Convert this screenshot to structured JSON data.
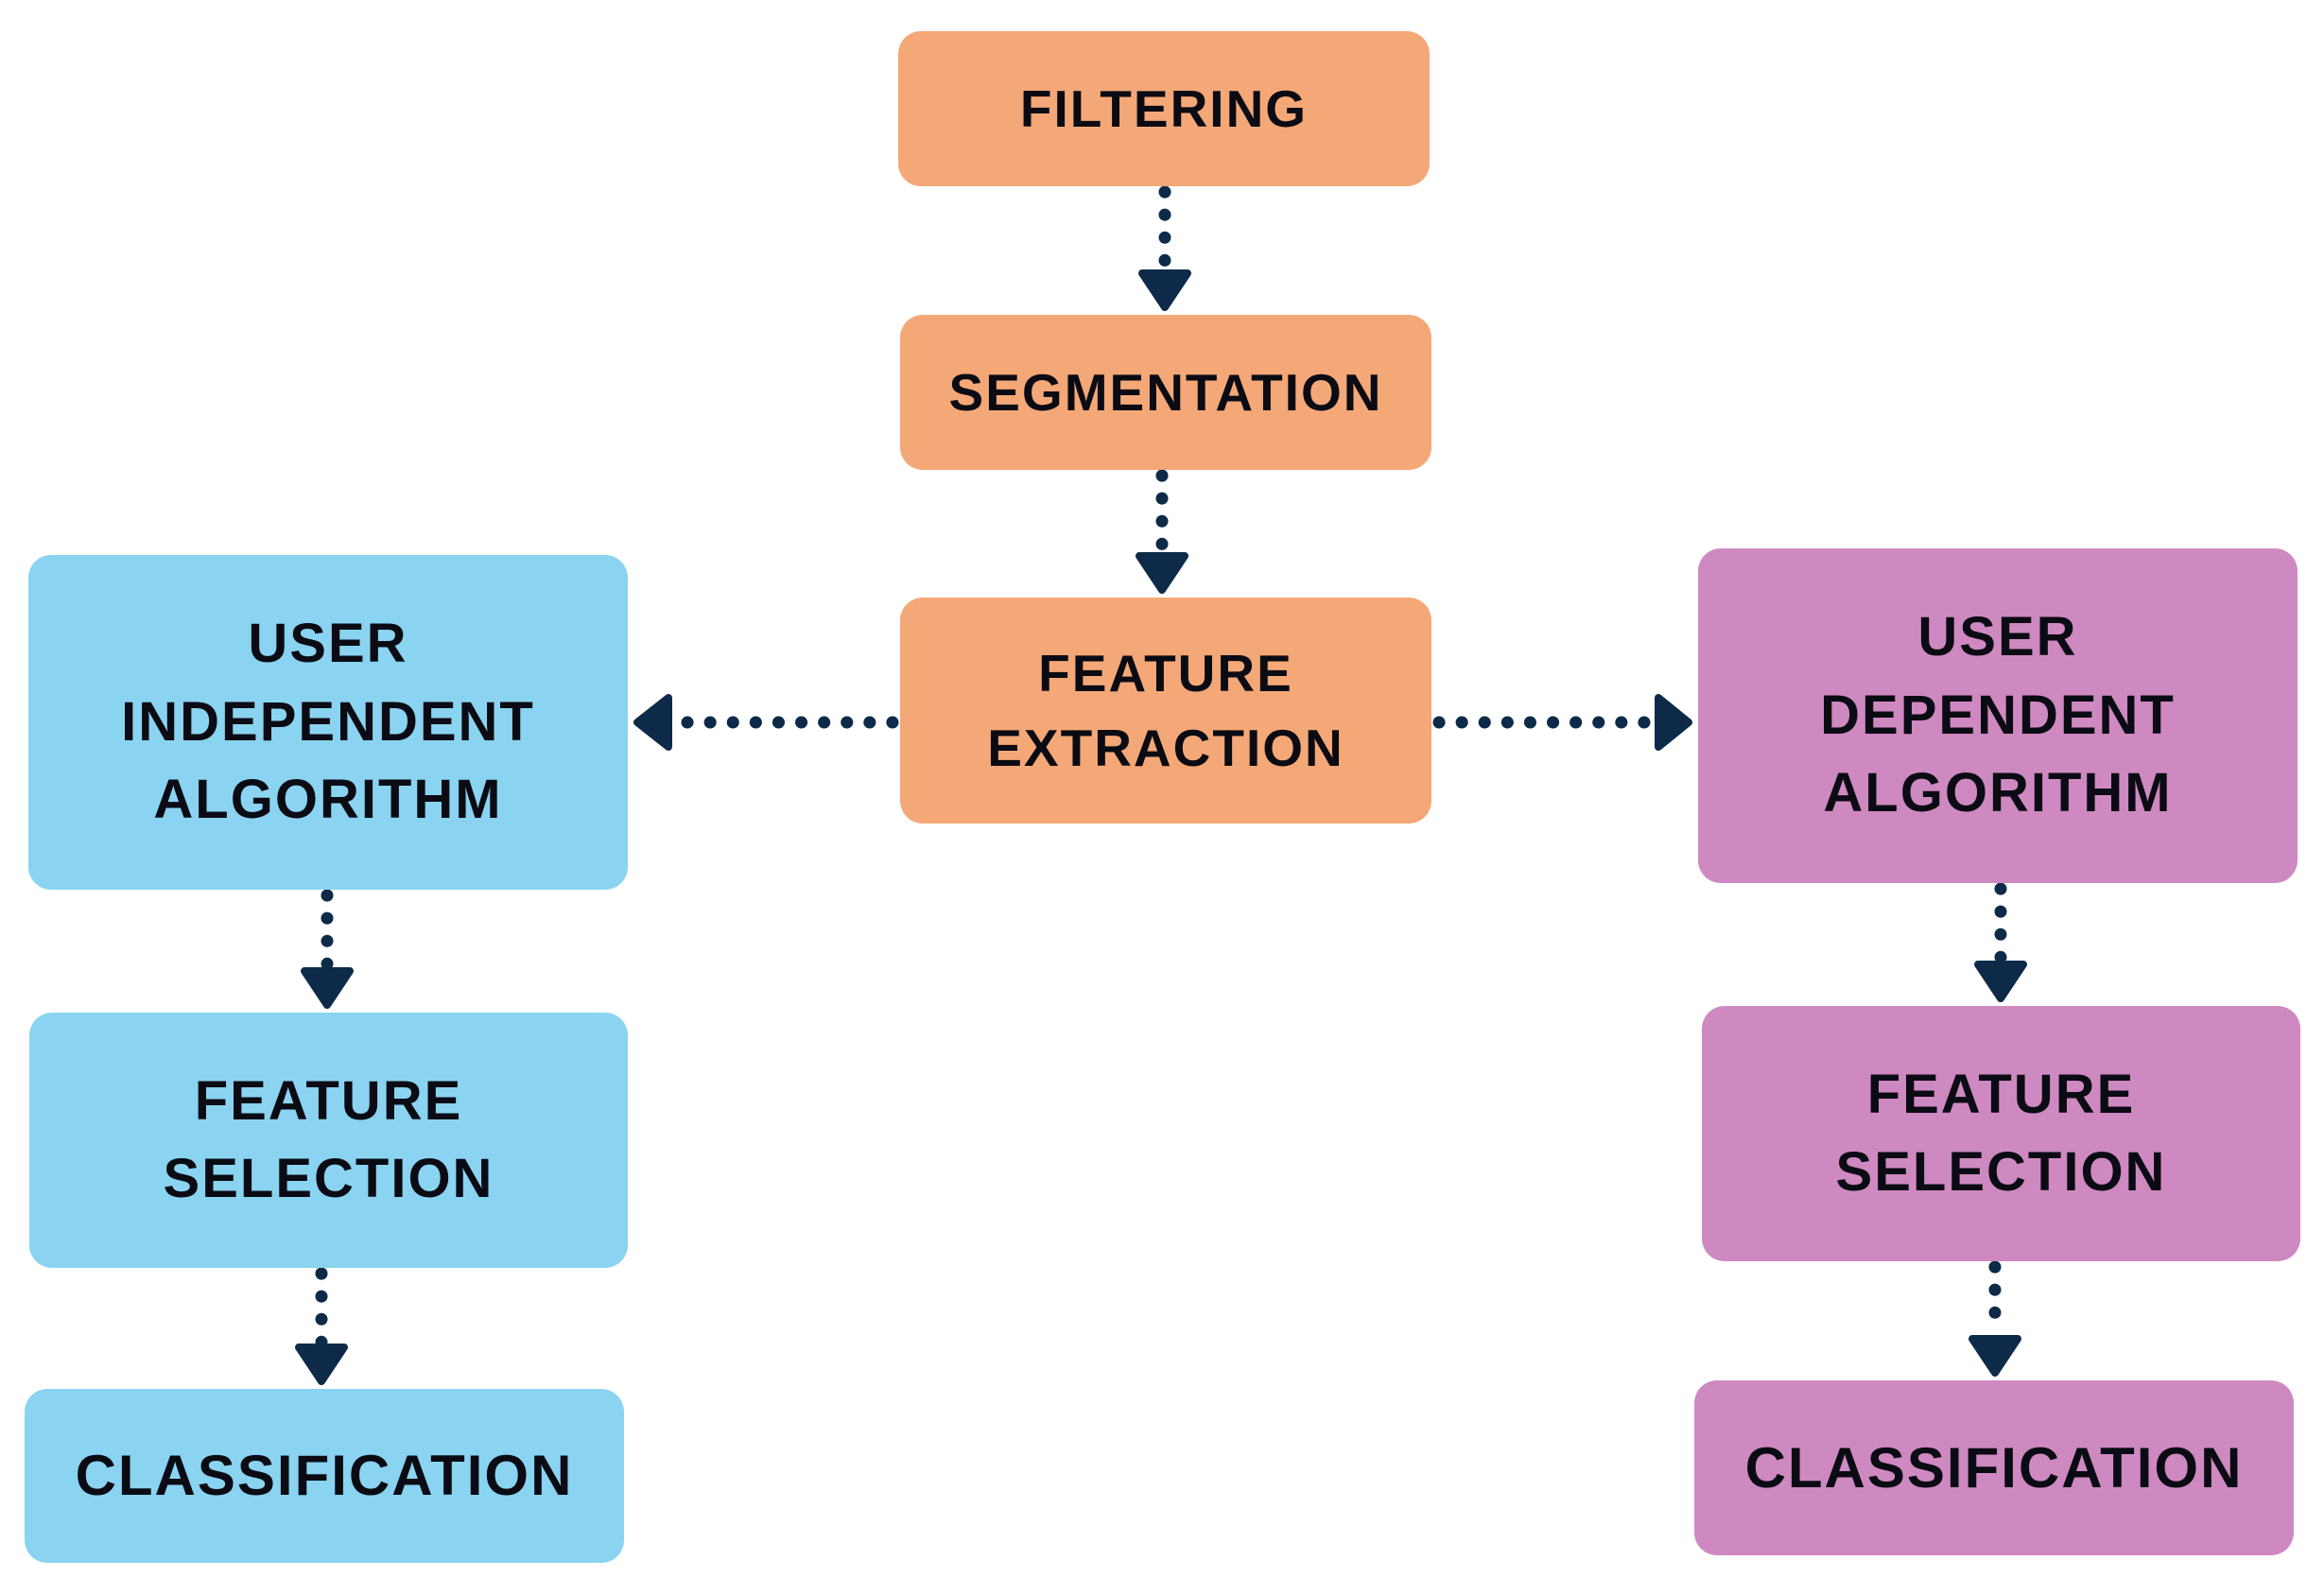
{
  "colors": {
    "pipeline": "#f4a877",
    "user_independent": "#8ad4f1",
    "user_dependent": "#cf89c1",
    "connector": "#0d2a48",
    "text": "#0b0b14"
  },
  "pipeline": {
    "filtering": {
      "lines": [
        "FILTERING"
      ]
    },
    "segmentation": {
      "lines": [
        "SEGMENTATION"
      ]
    },
    "feature_extraction": {
      "lines": [
        "FEATURE",
        "EXTRACTION"
      ]
    }
  },
  "user_independent": {
    "algorithm": {
      "lines": [
        "USER",
        "INDEPENDENT",
        "ALGORITHM"
      ]
    },
    "feature_selection": {
      "lines": [
        "FEATURE",
        "SELECTION"
      ]
    },
    "classification": {
      "lines": [
        "CLASSIFICATION"
      ]
    }
  },
  "user_dependent": {
    "algorithm": {
      "lines": [
        "USER",
        "DEPENDENT",
        "ALGORITHM"
      ]
    },
    "feature_selection": {
      "lines": [
        "FEATURE",
        "SELECTION"
      ]
    },
    "classification": {
      "lines": [
        "CLASSIFICATION"
      ]
    }
  }
}
